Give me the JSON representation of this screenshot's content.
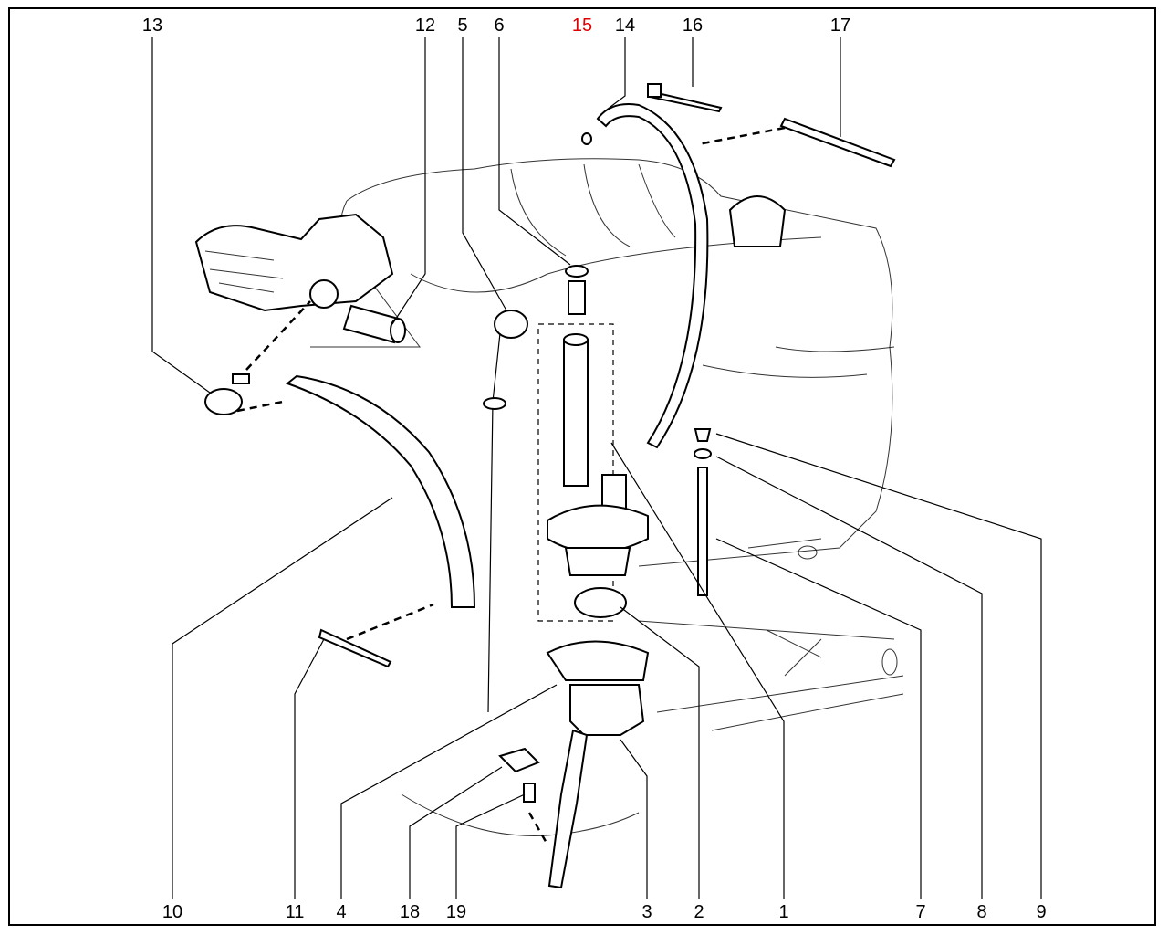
{
  "diagram": {
    "highlight_color": "#e00000",
    "top_labels": [
      "13",
      "12",
      "5",
      "6",
      "15",
      "14",
      "16",
      "17"
    ],
    "bottom_labels": [
      "10",
      "11",
      "4",
      "18",
      "19",
      "3",
      "2",
      "1",
      "7",
      "8",
      "9"
    ],
    "highlighted_part": "15"
  }
}
